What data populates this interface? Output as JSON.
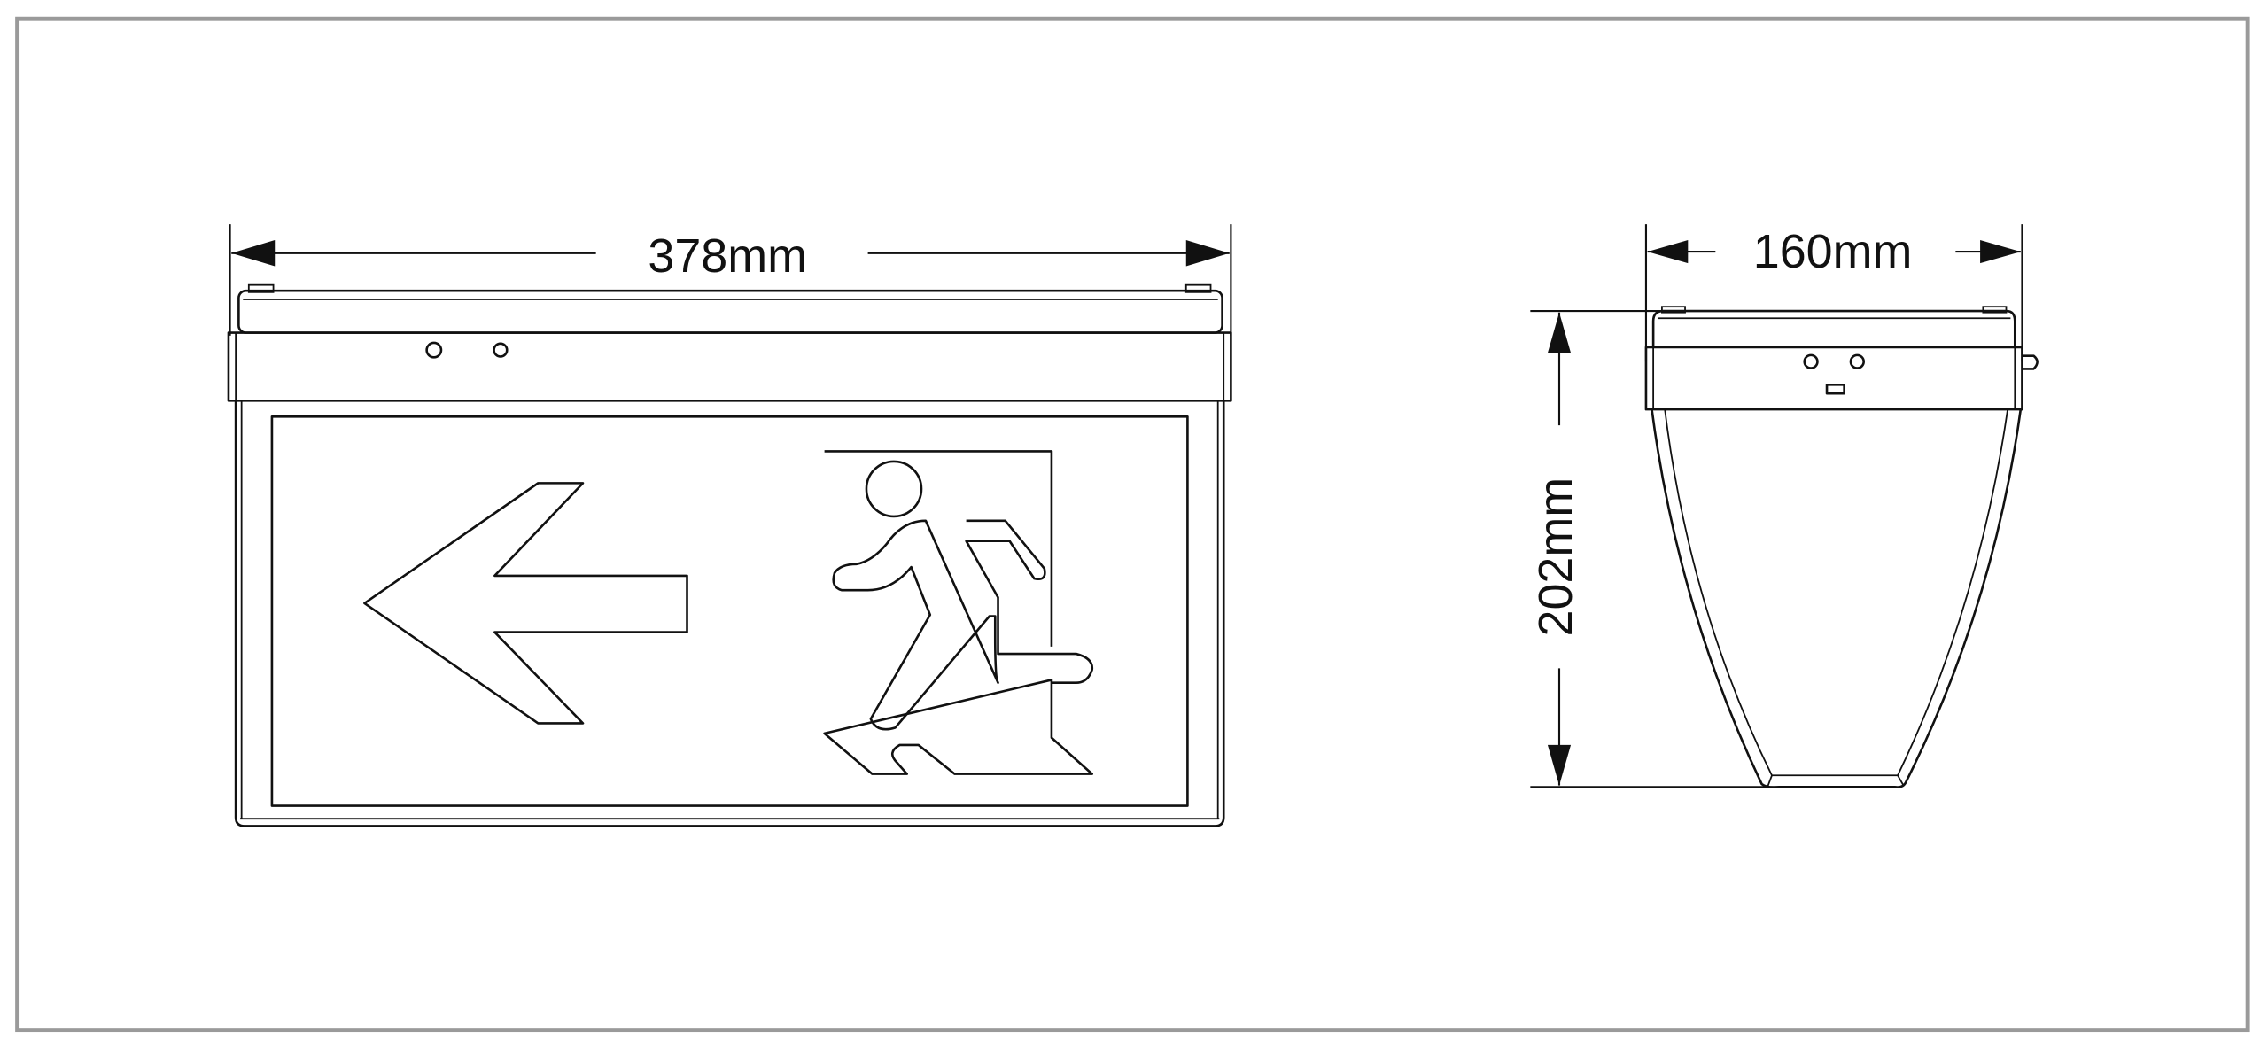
{
  "figure": {
    "front_view": {
      "width_label": "378mm"
    },
    "side_view": {
      "depth_label": "160mm",
      "height_label": "202mm"
    },
    "colors": {
      "frame_border": "#9a9a9a",
      "line": "#111111",
      "background": "#ffffff"
    }
  }
}
